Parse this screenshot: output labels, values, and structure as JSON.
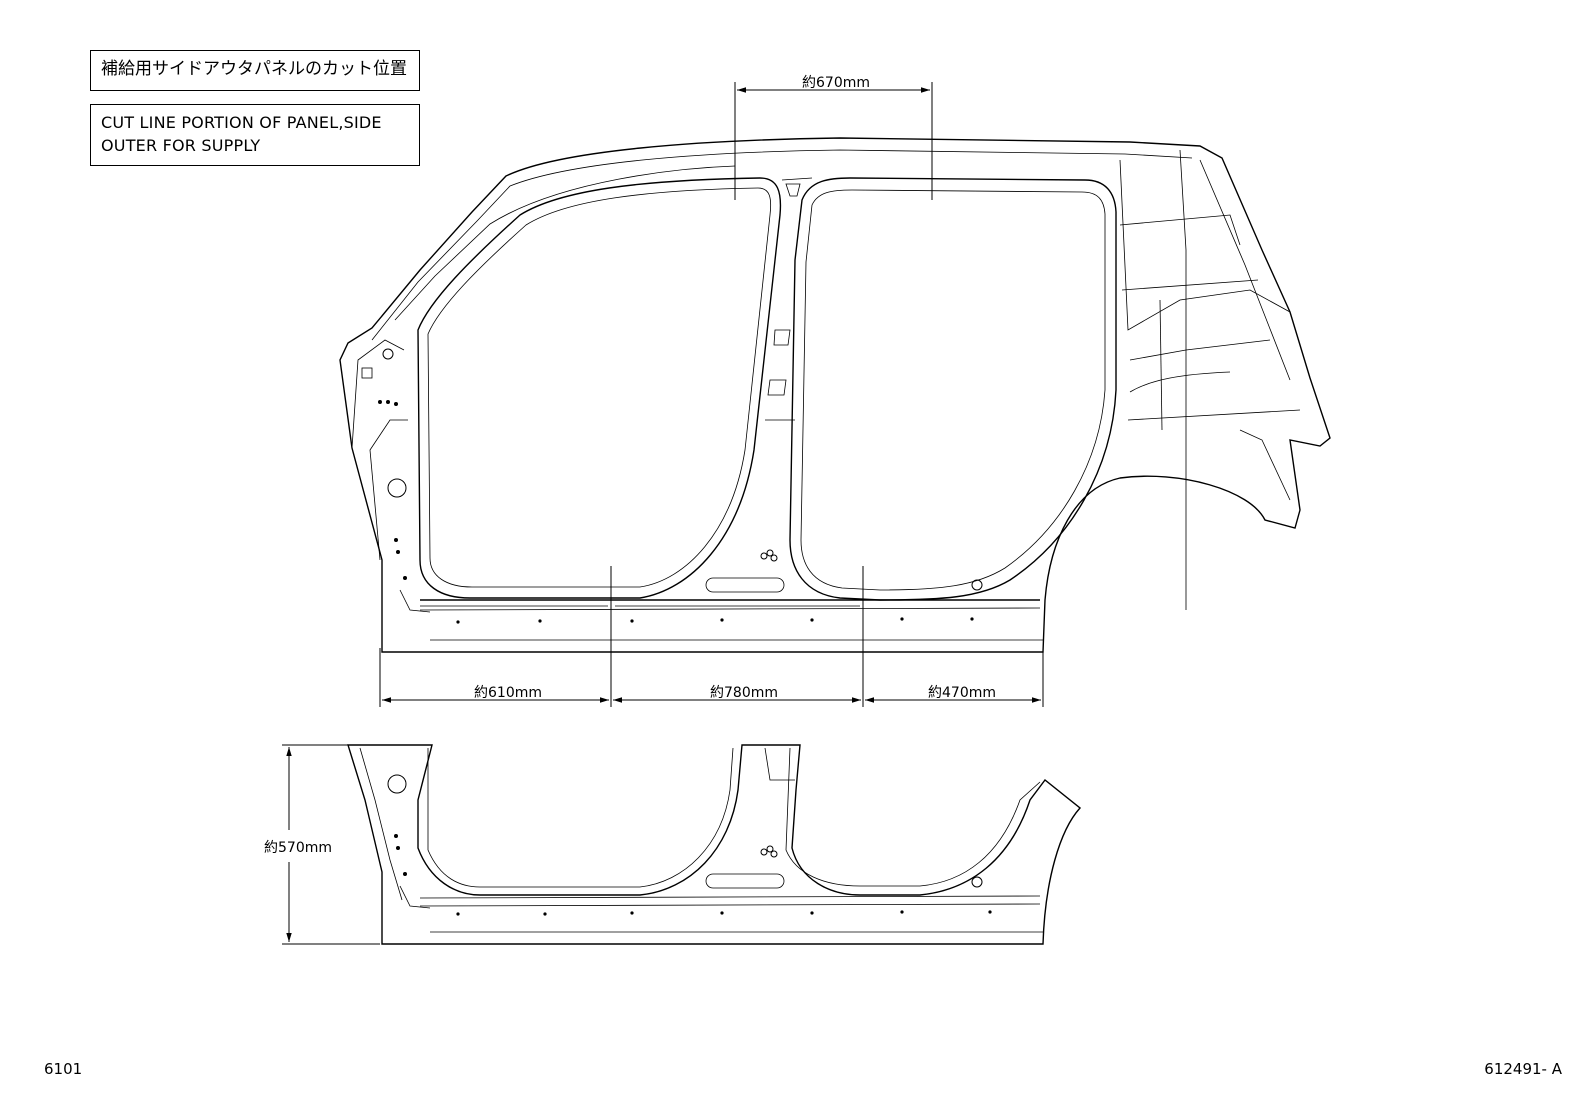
{
  "labels": {
    "japanese_title": "補給用サイドアウタパネルのカット位置",
    "english_title_line1": "CUT LINE PORTION OF PANEL,SIDE",
    "english_title_line2": "OUTER FOR SUPPLY"
  },
  "dimensions": {
    "roof": "約670mm",
    "sill_front": "約610mm",
    "sill_center": "約780mm",
    "sill_rear": "約470mm",
    "height": "約570mm"
  },
  "footer": {
    "left_code": "6101",
    "right_code": "612491- A"
  }
}
